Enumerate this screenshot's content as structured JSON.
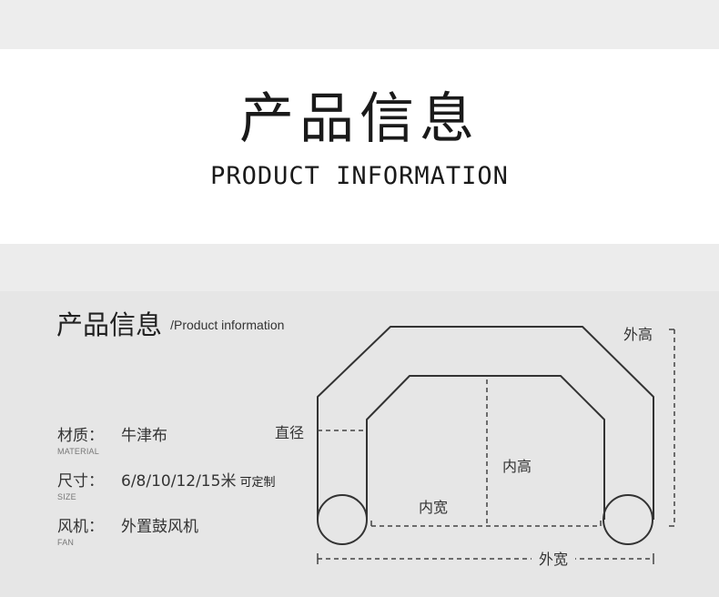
{
  "header": {
    "title_cn": "产品信息",
    "title_en": "PRODUCT INFORMATION"
  },
  "section": {
    "title_cn": "产品信息",
    "title_en": "/Product information"
  },
  "specs": [
    {
      "label": "材质：",
      "value": "牛津布",
      "extra": "",
      "sub": "MATERIAL"
    },
    {
      "label": "尺寸：",
      "value": "6/8/10/12/15米",
      "extra": "可定制",
      "sub": "SIZE"
    },
    {
      "label": "风机：",
      "value": "外置鼓风机",
      "extra": "",
      "sub": "FAN"
    }
  ],
  "diagram": {
    "outer_height": "外高",
    "diameter": "直径",
    "inner_height": "内高",
    "inner_width": "内宽",
    "outer_width": "外宽"
  },
  "colors": {
    "line": "#333333",
    "panel_bg": "#e6e6e6",
    "header_bg": "#ffffff"
  }
}
